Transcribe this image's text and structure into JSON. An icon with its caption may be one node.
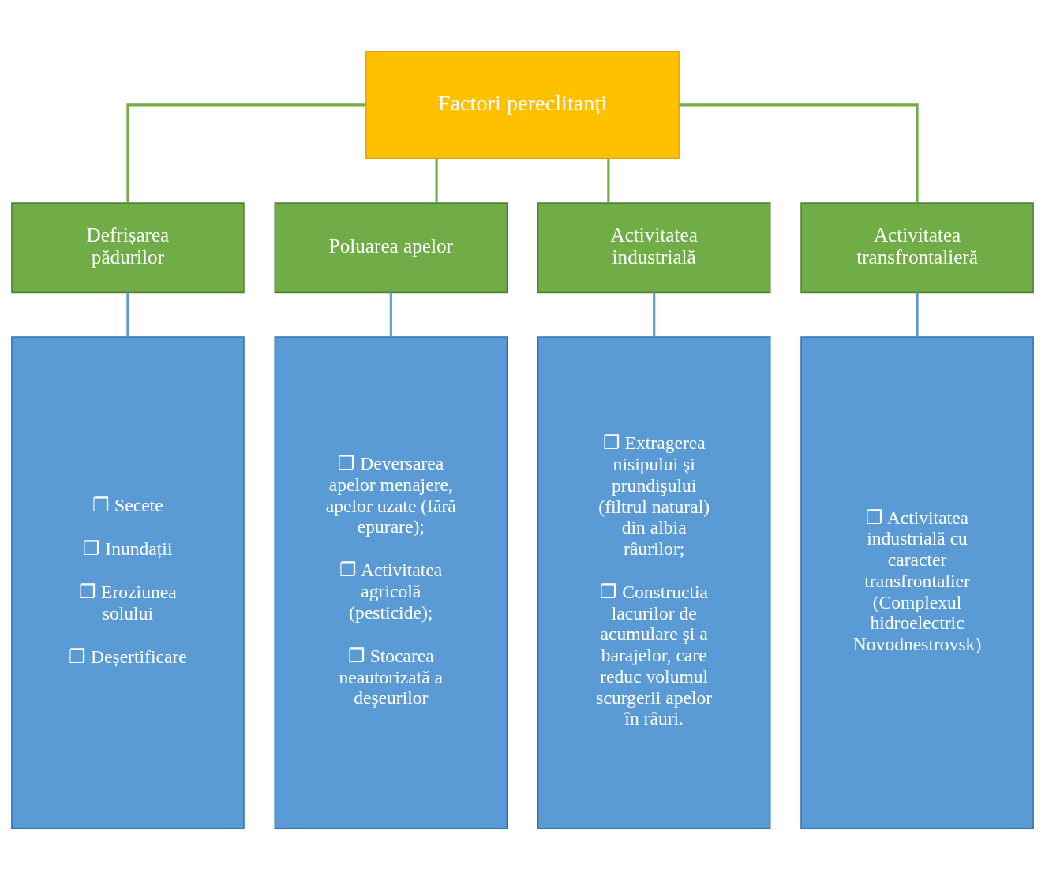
{
  "diagram": {
    "nodes": [
      {
        "text": [
          "Factori pereclitanți"
        ]
      },
      {
        "text": [
          "Defrișarea pădurilor"
        ]
      },
      {
        "text": [
          "Poluarea apelor"
        ]
      },
      {
        "text": [
          "Activitatea industrială"
        ]
      },
      {
        "text": [
          "Activitatea transfrontalieră"
        ]
      },
      {
        "text": [
          "❐ Secete",
          "❐ Inundații",
          "❐ Eroziunea solului",
          "❐ Deșertificare"
        ]
      },
      {
        "text": [
          "❐ Deversarea apelor menajere, apelor uzate (fără epurare);",
          "❐ Activitatea agricolă (pesticide);",
          "❐ Stocarea neautorizată a deşeurilor"
        ]
      },
      {
        "text": [
          "❐ Extragerea nisipului şi prundişului (filtrul natural) din albia râurilor;",
          "❐ Constructia lacurilor de acumulare şi a barajelor, care reduc volumul scurgerii apelor în râuri."
        ]
      },
      {
        "text": [
          "❐ Activitatea industrială cu caracter transfrontalier (Complexul hidroelectric Novodnestrovsk)"
        ]
      }
    ],
    "edges": [
      {
        "from": 0,
        "to": 1,
        "arrow": "none",
        "color": "#70ad47"
      },
      {
        "from": 0,
        "to": 2,
        "arrow": "none",
        "color": "#70ad47"
      },
      {
        "from": 0,
        "to": 3,
        "arrow": "none",
        "color": "#70ad47"
      },
      {
        "from": 0,
        "to": 4,
        "arrow": "none",
        "color": "#70ad47"
      },
      {
        "from": 1,
        "to": 5,
        "arrow": "none",
        "color": "#5b9bd5"
      },
      {
        "from": 2,
        "to": 6,
        "arrow": "none",
        "color": "#5b9bd5"
      },
      {
        "from": 3,
        "to": 7,
        "arrow": "none",
        "color": "#5b9bd5"
      },
      {
        "from": 4,
        "to": 8,
        "arrow": "none",
        "color": "#5b9bd5"
      }
    ]
  }
}
